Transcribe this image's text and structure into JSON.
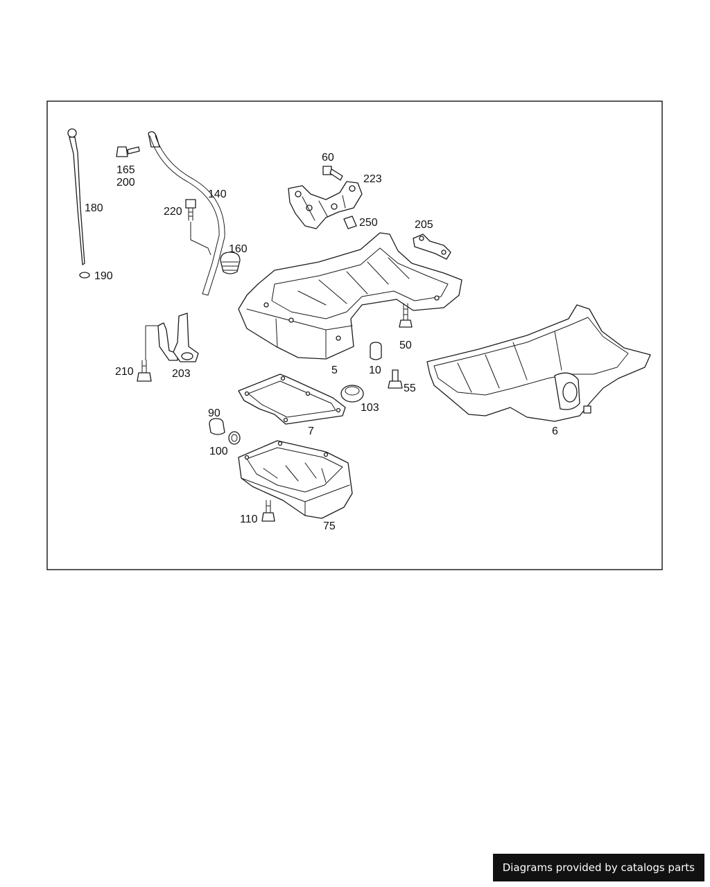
{
  "callouts": {
    "c180": "180",
    "c190": "190",
    "c165": "165",
    "c200": "200",
    "c140": "140",
    "c220": "220",
    "c160": "160",
    "c60": "60",
    "c223": "223",
    "c250": "250",
    "c205": "205",
    "c5": "5",
    "c50": "50",
    "c10": "10",
    "c55": "55",
    "c103": "103",
    "c6": "6",
    "c210": "210",
    "c203": "203",
    "c90": "90",
    "c100": "100",
    "c7": "7",
    "c110": "110",
    "c75": "75"
  },
  "footer": {
    "credit": "Diagrams provided by catalogs parts"
  }
}
